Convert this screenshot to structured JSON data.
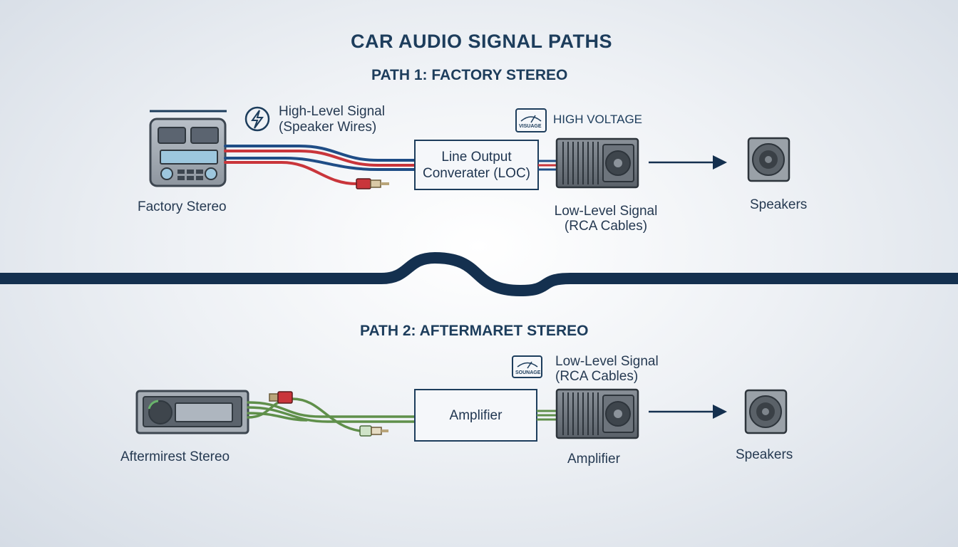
{
  "title": "CAR AUDIO SIGNAL PATHS",
  "path1": {
    "title": "PATH 1: FACTORY STEREO",
    "source_label": "Factory Stereo",
    "high_signal_line1": "High-Level Signal",
    "high_signal_line2": "(Speaker Wires)",
    "meter_label": "VISUAGE",
    "high_voltage_label": "HIGH VOLTAGE",
    "loc_line1": "Line Output",
    "loc_line2": "Converater (LOC)",
    "low_signal_line1": "Low-Level Signal",
    "low_signal_line2": "(RCA Cables)",
    "speakers_label": "Speakers"
  },
  "path2": {
    "title": "PATH 2: AFTERMARET STEREO",
    "source_label": "Aftermirest Stereo",
    "meter_label": "SOUNAGE",
    "low_signal_line1": "Low-Level Signal",
    "low_signal_line2": "(RCA Cables)",
    "amp_box_label": "Amplifier",
    "amp_label": "Amplifier",
    "speakers_label": "Speakers"
  },
  "colors": {
    "navy": "#14304f",
    "wire_blue": "#1f4d86",
    "wire_red": "#c9353b",
    "wire_green": "#5f8f4a",
    "device_gray": "#6f7780"
  },
  "icons": [
    "lightning-icon",
    "meter-icon",
    "arrow-right-icon",
    "speaker-icon",
    "rca-plug-icon"
  ]
}
